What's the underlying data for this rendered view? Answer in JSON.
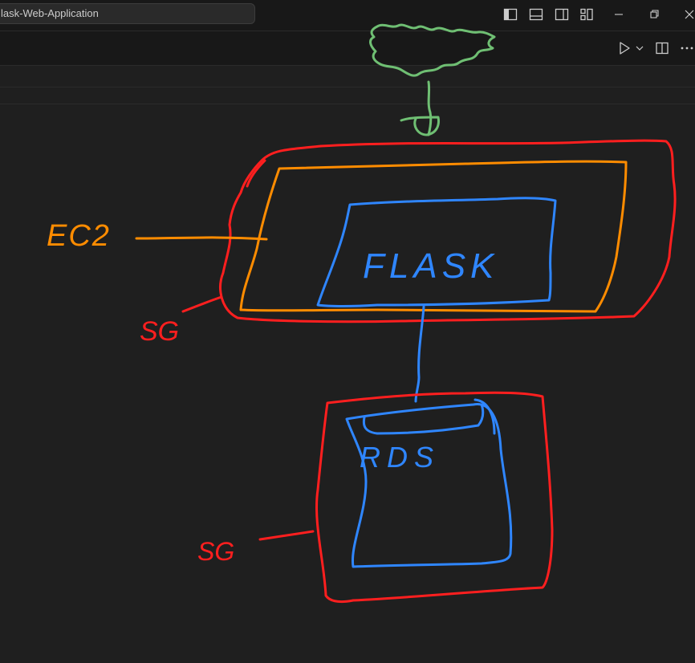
{
  "window": {
    "search_text": "lask-Web-Application"
  },
  "diagram": {
    "colors": {
      "background": "#1f1f1f",
      "green": "#6fbf73",
      "red": "#ff1f1f",
      "orange": "#ff8c00",
      "blue": "#2f86ff"
    },
    "labels": {
      "ec2": "EC2",
      "flask": "FLASK",
      "rds": "RDS",
      "sg_top": "SG",
      "sg_bottom": "SG"
    }
  }
}
